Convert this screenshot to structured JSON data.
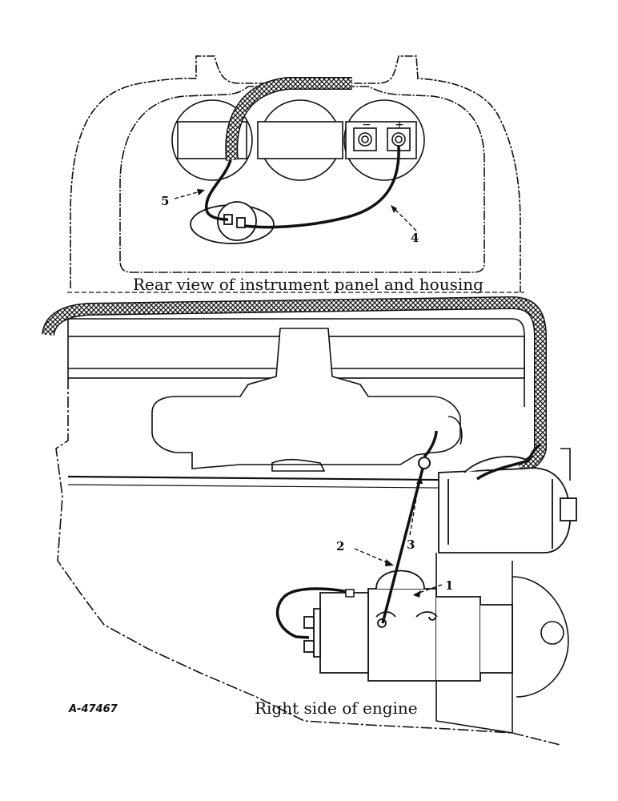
{
  "captions": {
    "top": "Rear view of instrument panel and housing",
    "bottom": "Right side of engine"
  },
  "figure_id": "A-47467",
  "callouts": {
    "c1": "1",
    "c2": "2",
    "c3": "3",
    "c4": "4",
    "c5": "5"
  },
  "terminal_marks": {
    "minus": "−",
    "plus": "+"
  }
}
